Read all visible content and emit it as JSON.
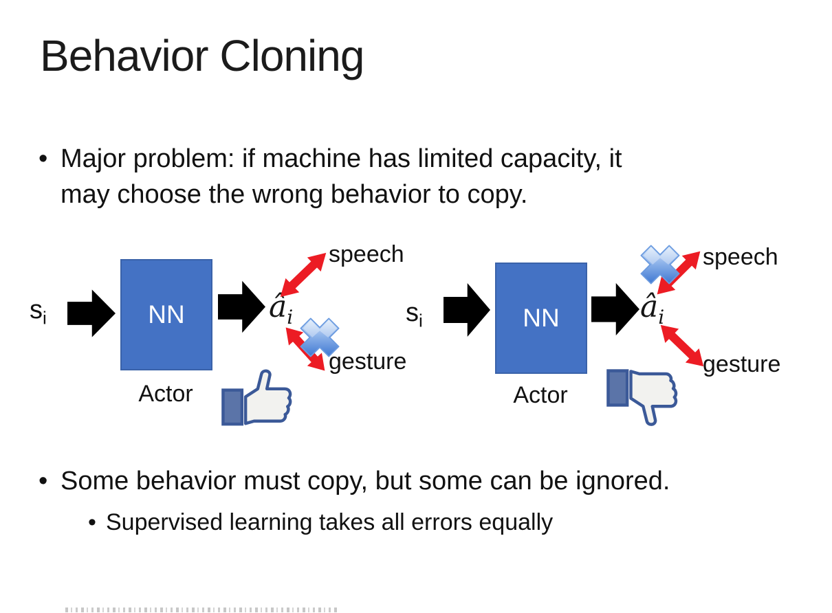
{
  "slide": {
    "title": "Behavior Cloning",
    "bullet_glyph": "•",
    "bullet1_line1": "Major problem: if machine has limited capacity, it",
    "bullet1_line2": "may choose the wrong behavior to copy.",
    "bullet2": "Some behavior must copy, but some can be ignored.",
    "bullet2_sub": "Supervised learning takes all errors equally"
  },
  "diagram_left": {
    "input": "s",
    "input_sub": "i",
    "nn": "NN",
    "output": "â",
    "output_sub": "i",
    "actor": "Actor",
    "speech": "speech",
    "gesture": "gesture",
    "crossed_branch": "gesture",
    "feedback_icon": "thumbs-up-icon"
  },
  "diagram_right": {
    "input": "s",
    "input_sub": "i",
    "nn": "NN",
    "output": "â",
    "output_sub": "i",
    "actor": "Actor",
    "speech": "speech",
    "gesture": "gesture",
    "crossed_branch": "speech",
    "feedback_icon": "thumbs-down-icon"
  },
  "colors": {
    "background": "#FFFFFF",
    "text": "#111111",
    "nn_box_fill": "#4472C4",
    "nn_box_border": "#3A62A9",
    "black_arrow": "#000000",
    "red_arrow": "#EC1C24",
    "cross_blue": "#4E86D9",
    "thumb_outline": "#3B5998",
    "thumb_cuff": "#5B74A8",
    "thumb_hand": "#F2F2EF"
  }
}
